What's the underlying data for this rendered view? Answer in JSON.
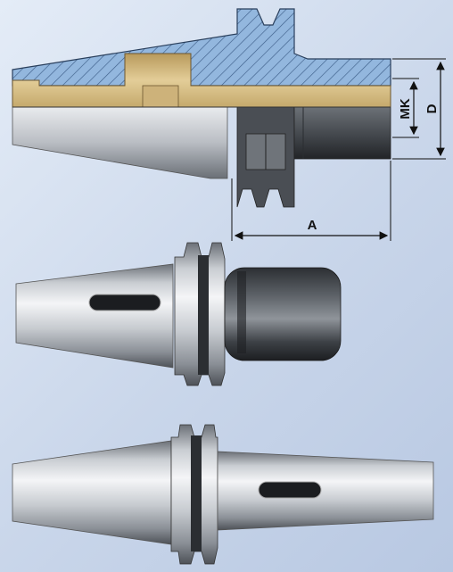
{
  "dimensions": {
    "a_label": "A",
    "d_label": "D",
    "mk_label": "MK"
  },
  "colors": {
    "section_hatch_blue": "#8fb4dd",
    "bore_tan": "#d9c28f",
    "steel_light": "#e8ebef",
    "steel_dark": "#5a5f66",
    "background": "#d3ddee"
  }
}
